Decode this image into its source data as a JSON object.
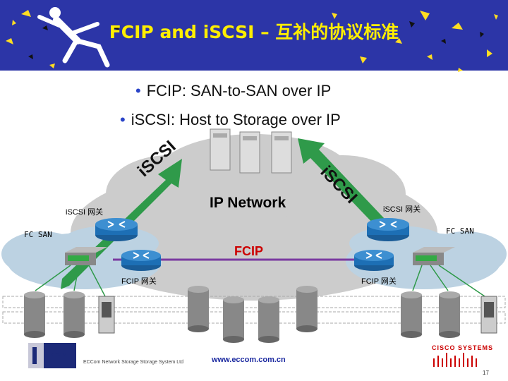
{
  "slide": {
    "title": "FCIP and iSCSI – 互补的协议标准",
    "bullets": [
      "FCIP: SAN-to-SAN over IP",
      "iSCSI: Host to Storage over IP"
    ],
    "cloud_label": "IP Network",
    "arrow_left_label": "iSCSI",
    "arrow_right_label": "iSCSI",
    "fcip_label": "FCIP",
    "iscsi_gw_left": "iSCSI 网关",
    "iscsi_gw_right": "iSCSI 网关",
    "fc_san_left": "FC SAN",
    "fc_san_right": "FC SAN",
    "fcip_gw_left": "FCIP 网关",
    "fcip_gw_right": "FCIP 网关",
    "footer_company": "ECCom Network Storage Storage System Ltd",
    "footer_logo": "ECCOM",
    "website": "www.eccom.com.cn",
    "brand": "CISCO SYSTEMS",
    "page_number": "17"
  },
  "colors": {
    "header_bg": "#2c35a7",
    "title": "#ffee00",
    "arrow": "#2f9a4a",
    "fcip_text": "#cc0000",
    "fcip_line": "#7a3aa0",
    "bullet_dot": "#2a44c8",
    "router": "#1d6fb5",
    "san_cloud": "#bcd2e2"
  }
}
